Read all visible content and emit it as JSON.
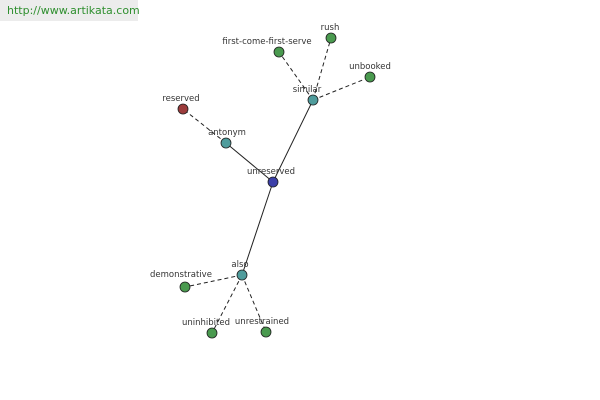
{
  "watermark": {
    "text": "http://www.artikata.com"
  },
  "colors": {
    "center": "#3b3fa8",
    "hub": "#4f9c9c",
    "leaf": "#4a9a4f",
    "antonym_leaf": "#9c3c3c",
    "edge": "#222222"
  },
  "nodes": [
    {
      "id": "unreserved",
      "label": "unreserved",
      "kind": "center"
    },
    {
      "id": "similar",
      "label": "similar",
      "kind": "hub"
    },
    {
      "id": "antonym",
      "label": "antonym",
      "kind": "hub"
    },
    {
      "id": "also",
      "label": "also",
      "kind": "hub"
    },
    {
      "id": "first-come-first-serve",
      "label": "first-come-first-serve",
      "kind": "leaf"
    },
    {
      "id": "rush",
      "label": "rush",
      "kind": "leaf"
    },
    {
      "id": "unbooked",
      "label": "unbooked",
      "kind": "leaf"
    },
    {
      "id": "reserved",
      "label": "reserved",
      "kind": "antonym_leaf"
    },
    {
      "id": "demonstrative",
      "label": "demonstrative",
      "kind": "leaf"
    },
    {
      "id": "uninhibited",
      "label": "uninhibited",
      "kind": "leaf"
    },
    {
      "id": "unrestrained",
      "label": "unrestrained",
      "kind": "leaf"
    }
  ],
  "edges": [
    {
      "from": "unreserved",
      "to": "similar",
      "style": "solid"
    },
    {
      "from": "unreserved",
      "to": "antonym",
      "style": "solid"
    },
    {
      "from": "unreserved",
      "to": "also",
      "style": "solid"
    },
    {
      "from": "similar",
      "to": "first-come-first-serve",
      "style": "dashed"
    },
    {
      "from": "similar",
      "to": "rush",
      "style": "dashed"
    },
    {
      "from": "similar",
      "to": "unbooked",
      "style": "dashed"
    },
    {
      "from": "antonym",
      "to": "reserved",
      "style": "dashed"
    },
    {
      "from": "also",
      "to": "demonstrative",
      "style": "dashed"
    },
    {
      "from": "also",
      "to": "uninhibited",
      "style": "dashed"
    },
    {
      "from": "also",
      "to": "unrestrained",
      "style": "dashed"
    }
  ]
}
